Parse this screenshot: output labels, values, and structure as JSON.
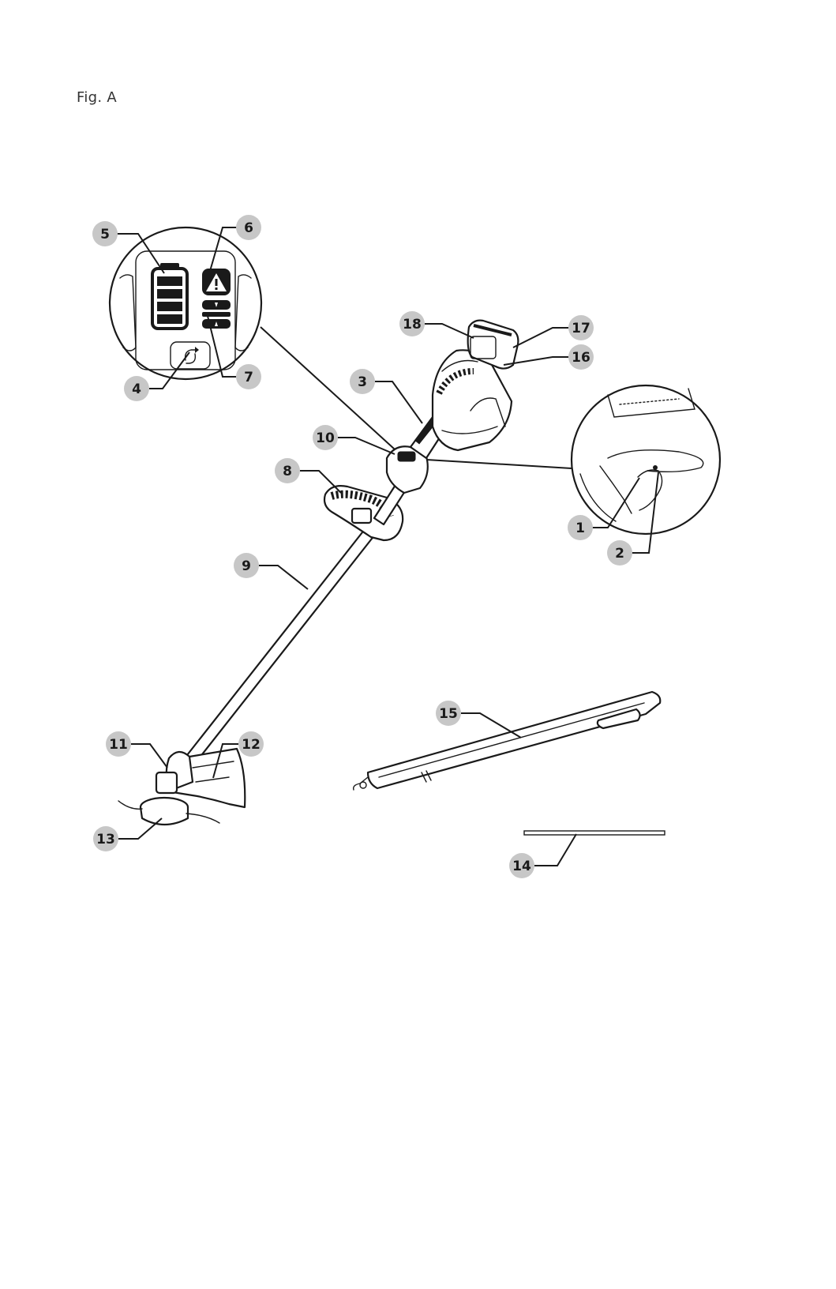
{
  "figure": {
    "title": "Fig. A"
  },
  "callouts": [
    "1",
    "2",
    "3",
    "4",
    "5",
    "6",
    "7",
    "8",
    "9",
    "10",
    "11",
    "12",
    "13",
    "14",
    "15",
    "16",
    "17",
    "18"
  ],
  "icons": {
    "battery": "battery-level-icon",
    "warning": "warning-triangle-icon",
    "mode": "mode-cycle-icon",
    "boost": "speed-indicator-icon"
  }
}
